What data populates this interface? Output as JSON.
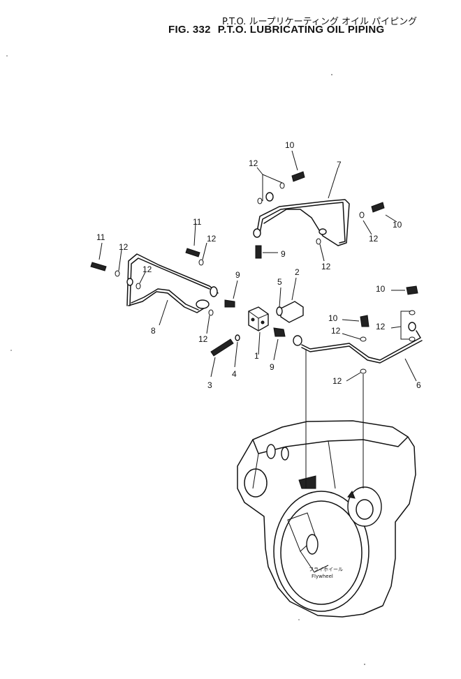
{
  "title": {
    "japanese": "P.T.O. ループリケーティング オイル パイピング",
    "figure_number": "FIG. 332",
    "name": "P.T.O. LUBRICATING OIL PIPING"
  },
  "callouts": {
    "c1": "1",
    "c2": "2",
    "c3": "3",
    "c4": "4",
    "c5": "5",
    "c6": "6",
    "c7": "7",
    "c8": "8",
    "c9a": "9",
    "c9b": "9",
    "c9c": "9",
    "c10a": "10",
    "c10b": "10",
    "c10c": "10",
    "c10d": "10",
    "c11a": "11",
    "c11b": "11",
    "c12a": "12",
    "c12b": "12",
    "c12c": "12",
    "c12d": "12",
    "c12e": "12",
    "c12f": "12",
    "c12g": "12",
    "c12h": "12",
    "c12i": "12",
    "c12j": "12"
  },
  "housing_label": {
    "japanese": "フライホイール",
    "english": "Flywheel"
  }
}
